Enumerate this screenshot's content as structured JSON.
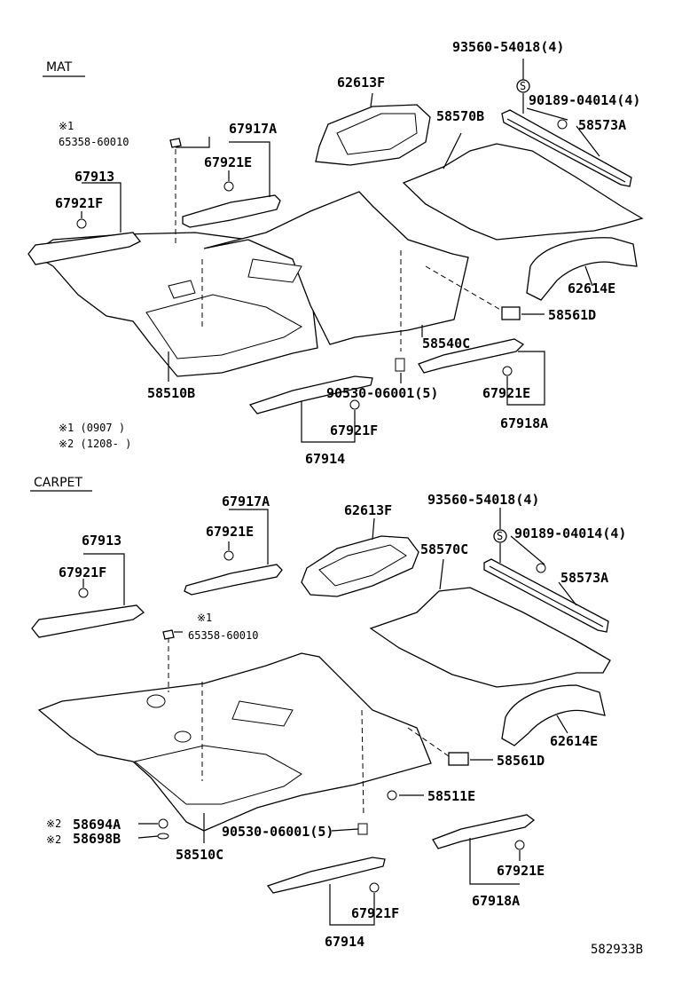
{
  "sections": {
    "mat": "MAT",
    "carpet": "CARPET"
  },
  "notes": {
    "n1": "※1 (0907     )",
    "n2": "※2 (1208-      )"
  },
  "mat_labels": {
    "p93560": "93560-54018(4)",
    "p62613F": "62613F",
    "p90189": "90189-04014(4)",
    "p58570B": "58570B",
    "p58573A": "58573A",
    "mark1": "※1",
    "p65358": "65358-60010",
    "p67917A": "67917A",
    "p67921E_top": "67921E",
    "p67913": "67913",
    "p67921F_left": "67921F",
    "p62614E": "62614E",
    "p58561D": "58561D",
    "p58540C": "58540C",
    "p58510B": "58510B",
    "p90530": "90530-06001(5)",
    "p67921E_right": "67921E",
    "p67918A": "67918A",
    "p67921F_bottom": "67921F",
    "p67914": "67914"
  },
  "carpet_labels": {
    "p67917A": "67917A",
    "p62613F": "62613F",
    "p93560": "93560-54018(4)",
    "p67913": "67913",
    "p67921E_top": "67921E",
    "p58570C": "58570C",
    "p90189": "90189-04014(4)",
    "p67921F_left": "67921F",
    "p58573A": "58573A",
    "mark1": "※1",
    "p65358": "65358-60010",
    "p62614E": "62614E",
    "p58561D": "58561D",
    "p58511E": "58511E",
    "mark2a": "※2",
    "p58694A": "58694A",
    "mark2b": "※2",
    "p58698B": "58698B",
    "p58510C": "58510C",
    "p90530": "90530-06001(5)",
    "p67921E_right": "67921E",
    "p67918A": "67918A",
    "p67921F_bottom": "67921F",
    "p67914": "67914"
  },
  "s_marker": "S",
  "figure_id": "582933B"
}
